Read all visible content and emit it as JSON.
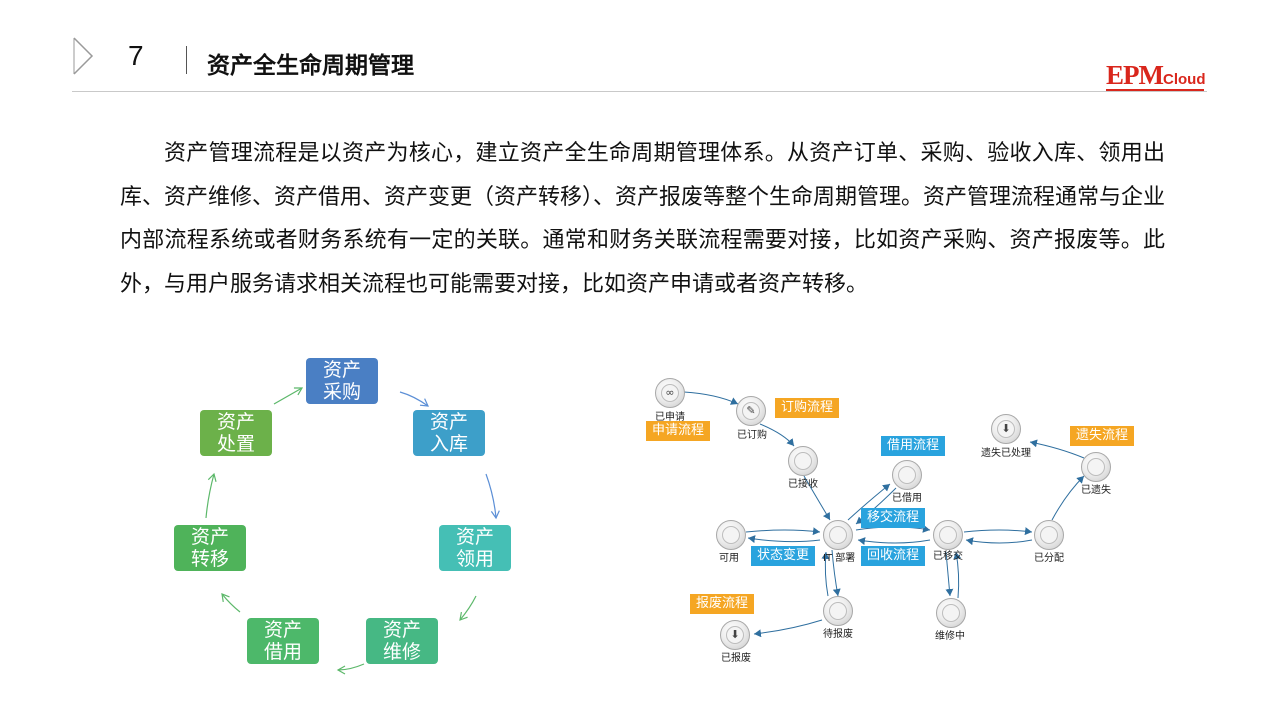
{
  "header": {
    "page_number": "7",
    "title": "资产全生命周期管理",
    "logo_main": "EPM",
    "logo_sub": "Cloud"
  },
  "body": {
    "paragraph": "资产管理流程是以资产为核心，建立资产全生命周期管理体系。从资产订单、采购、验收入库、领用出库、资产维修、资产借用、资产变更（资产转移）、资产报废等整个生命周期管理。资产管理流程通常与企业内部流程系统或者财务系统有一定的关联。通常和财务关联流程需要对接，比如资产采购、资产报废等。此外，与用户服务请求相关流程也可能需要对接，比如资产申请或者资产转移。"
  },
  "cycle": {
    "nodes": [
      {
        "id": "purchase",
        "line1": "资产",
        "line2": "采购",
        "color": "#4a7fc4"
      },
      {
        "id": "storage",
        "line1": "资产",
        "line2": "入库",
        "color": "#3d9fc9"
      },
      {
        "id": "use",
        "line1": "资产",
        "line2": "领用",
        "color": "#45bfb5"
      },
      {
        "id": "repair",
        "line1": "资产",
        "line2": "维修",
        "color": "#46b884"
      },
      {
        "id": "borrow",
        "line1": "资产",
        "line2": "借用",
        "color": "#4db86a"
      },
      {
        "id": "transfer",
        "line1": "资产",
        "line2": "转移",
        "color": "#4fb35a"
      },
      {
        "id": "dispose",
        "line1": "资产",
        "line2": "处置",
        "color": "#6cb14a"
      }
    ],
    "arrow_color": "#5c8fd6"
  },
  "network": {
    "nodes": [
      {
        "id": "applied",
        "label": "已申请",
        "icon": "link-icon"
      },
      {
        "id": "ordered",
        "label": "已订购",
        "icon": "cart-icon"
      },
      {
        "id": "received",
        "label": "已接收",
        "icon": ""
      },
      {
        "id": "borrowed",
        "label": "已借用",
        "icon": ""
      },
      {
        "id": "available",
        "label": "可用",
        "icon": ""
      },
      {
        "id": "it_dept",
        "label": "IT 部署",
        "icon": ""
      },
      {
        "id": "handed_over",
        "label": "已移交",
        "icon": ""
      },
      {
        "id": "allocated",
        "label": "已分配",
        "icon": ""
      },
      {
        "id": "lost",
        "label": "已遗失",
        "icon": ""
      },
      {
        "id": "lost_handled",
        "label": "遗失已处理",
        "icon": "download-icon"
      },
      {
        "id": "pending_scrap",
        "label": "待报废",
        "icon": ""
      },
      {
        "id": "scrapped",
        "label": "已报废",
        "icon": "download-icon"
      },
      {
        "id": "under_repair",
        "label": "维修中",
        "icon": ""
      }
    ],
    "tags": [
      {
        "id": "order_flow",
        "text": "订购流程",
        "color": "orange"
      },
      {
        "id": "apply_flow",
        "text": "申请流程",
        "color": "orange"
      },
      {
        "id": "borrow_flow",
        "text": "借用流程",
        "color": "blue"
      },
      {
        "id": "lost_flow",
        "text": "遗失流程",
        "color": "orange"
      },
      {
        "id": "handover_flow",
        "text": "移交流程",
        "color": "blue"
      },
      {
        "id": "status_change",
        "text": "状态变更",
        "color": "blue"
      },
      {
        "id": "return_flow",
        "text": "回收流程",
        "color": "blue"
      },
      {
        "id": "scrap_flow",
        "text": "报废流程",
        "color": "orange"
      }
    ],
    "tag_colors": {
      "orange": "#f5a623",
      "blue": "#29a3de"
    },
    "edge_color": "#2f6f9f"
  }
}
